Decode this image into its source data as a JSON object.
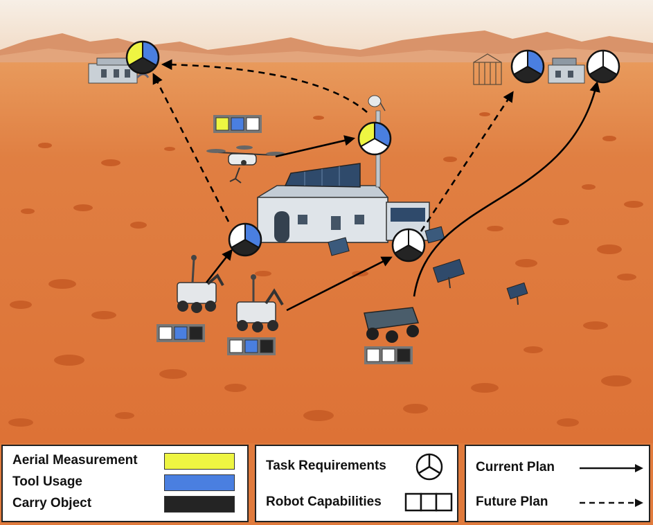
{
  "colors": {
    "aerial": "#eef542",
    "tool": "#4a7fe0",
    "carry": "#242424",
    "empty": "#ffffff",
    "terrain": "#e07a3c"
  },
  "legend": {
    "capabilities": [
      {
        "label": "Aerial Measurement",
        "color": "#eef542"
      },
      {
        "label": "Tool Usage",
        "color": "#4a7fe0"
      },
      {
        "label": "Carry Object",
        "color": "#242424"
      }
    ],
    "symbols": {
      "task_requirements": "Task Requirements",
      "robot_capabilities": "Robot Capabilities"
    },
    "plans": {
      "current": "Current Plan",
      "future": "Future Plan"
    }
  },
  "robots": [
    {
      "name": "drone",
      "capabilities": [
        "aerial",
        "tool",
        "empty"
      ]
    },
    {
      "name": "rover-arm-1",
      "capabilities": [
        "empty",
        "tool",
        "carry"
      ]
    },
    {
      "name": "rover-arm-2",
      "capabilities": [
        "empty",
        "tool",
        "carry"
      ]
    },
    {
      "name": "cart",
      "capabilities": [
        "empty",
        "empty",
        "carry"
      ]
    }
  ],
  "tasks": [
    {
      "name": "task-far-left-building",
      "requirements": [
        "aerial",
        "tool",
        "carry"
      ]
    },
    {
      "name": "task-antenna",
      "requirements": [
        "aerial",
        "tool",
        "empty"
      ]
    },
    {
      "name": "task-base-left",
      "requirements": [
        "empty",
        "tool",
        "carry"
      ]
    },
    {
      "name": "task-base-right",
      "requirements": [
        "empty",
        "empty",
        "carry"
      ]
    },
    {
      "name": "task-far-right-a",
      "requirements": [
        "empty",
        "tool",
        "carry"
      ]
    },
    {
      "name": "task-far-right-b",
      "requirements": [
        "empty",
        "empty",
        "carry"
      ]
    }
  ]
}
